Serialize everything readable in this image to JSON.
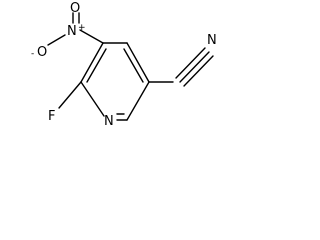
{
  "molecule": {
    "atoms": {
      "ring_n": "N",
      "fluorine": "F",
      "nitro_n": "N",
      "nitro_o_top": "O",
      "nitro_o_left": "O",
      "nitrile_n": "N"
    },
    "charges": {
      "nitro_n": "+",
      "nitro_o_left": "-"
    }
  }
}
